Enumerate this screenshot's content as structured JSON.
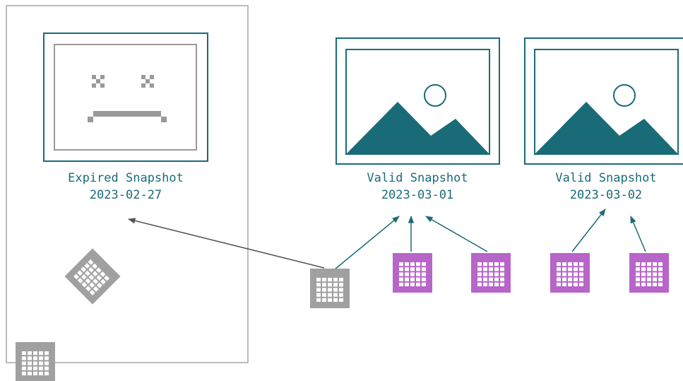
{
  "colors": {
    "teal": "#1a6b78",
    "expired_gray": "#9a9a9a",
    "frame_gray": "#a6a6a6",
    "valid_file": "#b765c9",
    "orphan_file": "#a0a0a0",
    "expired_arrow": "#555555"
  },
  "expired_area": {
    "snapshot": {
      "state": "expired",
      "icon": "sad-face-icon",
      "title": "Expired Snapshot",
      "date": "2023-02-27"
    },
    "files": [
      {
        "icon": "grid-file-icon",
        "state": "deleted",
        "tilted": true
      },
      {
        "icon": "grid-file-icon",
        "state": "deleted",
        "tilted": false
      }
    ]
  },
  "valid_snapshots": [
    {
      "state": "valid",
      "icon": "image-icon",
      "title": "Valid Snapshot",
      "date": "2023-03-01"
    },
    {
      "state": "valid",
      "icon": "image-icon",
      "title": "Valid Snapshot",
      "date": "2023-03-02"
    }
  ],
  "files": [
    {
      "icon": "grid-file-icon",
      "state": "shared",
      "references": [
        "Expired Snapshot",
        "Valid Snapshot 2023-03-01"
      ]
    },
    {
      "icon": "grid-file-icon",
      "state": "active",
      "references": [
        "Valid Snapshot 2023-03-01"
      ]
    },
    {
      "icon": "grid-file-icon",
      "state": "active",
      "references": [
        "Valid Snapshot 2023-03-01"
      ]
    },
    {
      "icon": "grid-file-icon",
      "state": "active",
      "references": [
        "Valid Snapshot 2023-03-02"
      ]
    },
    {
      "icon": "grid-file-icon",
      "state": "active",
      "references": [
        "Valid Snapshot 2023-03-02"
      ]
    }
  ]
}
